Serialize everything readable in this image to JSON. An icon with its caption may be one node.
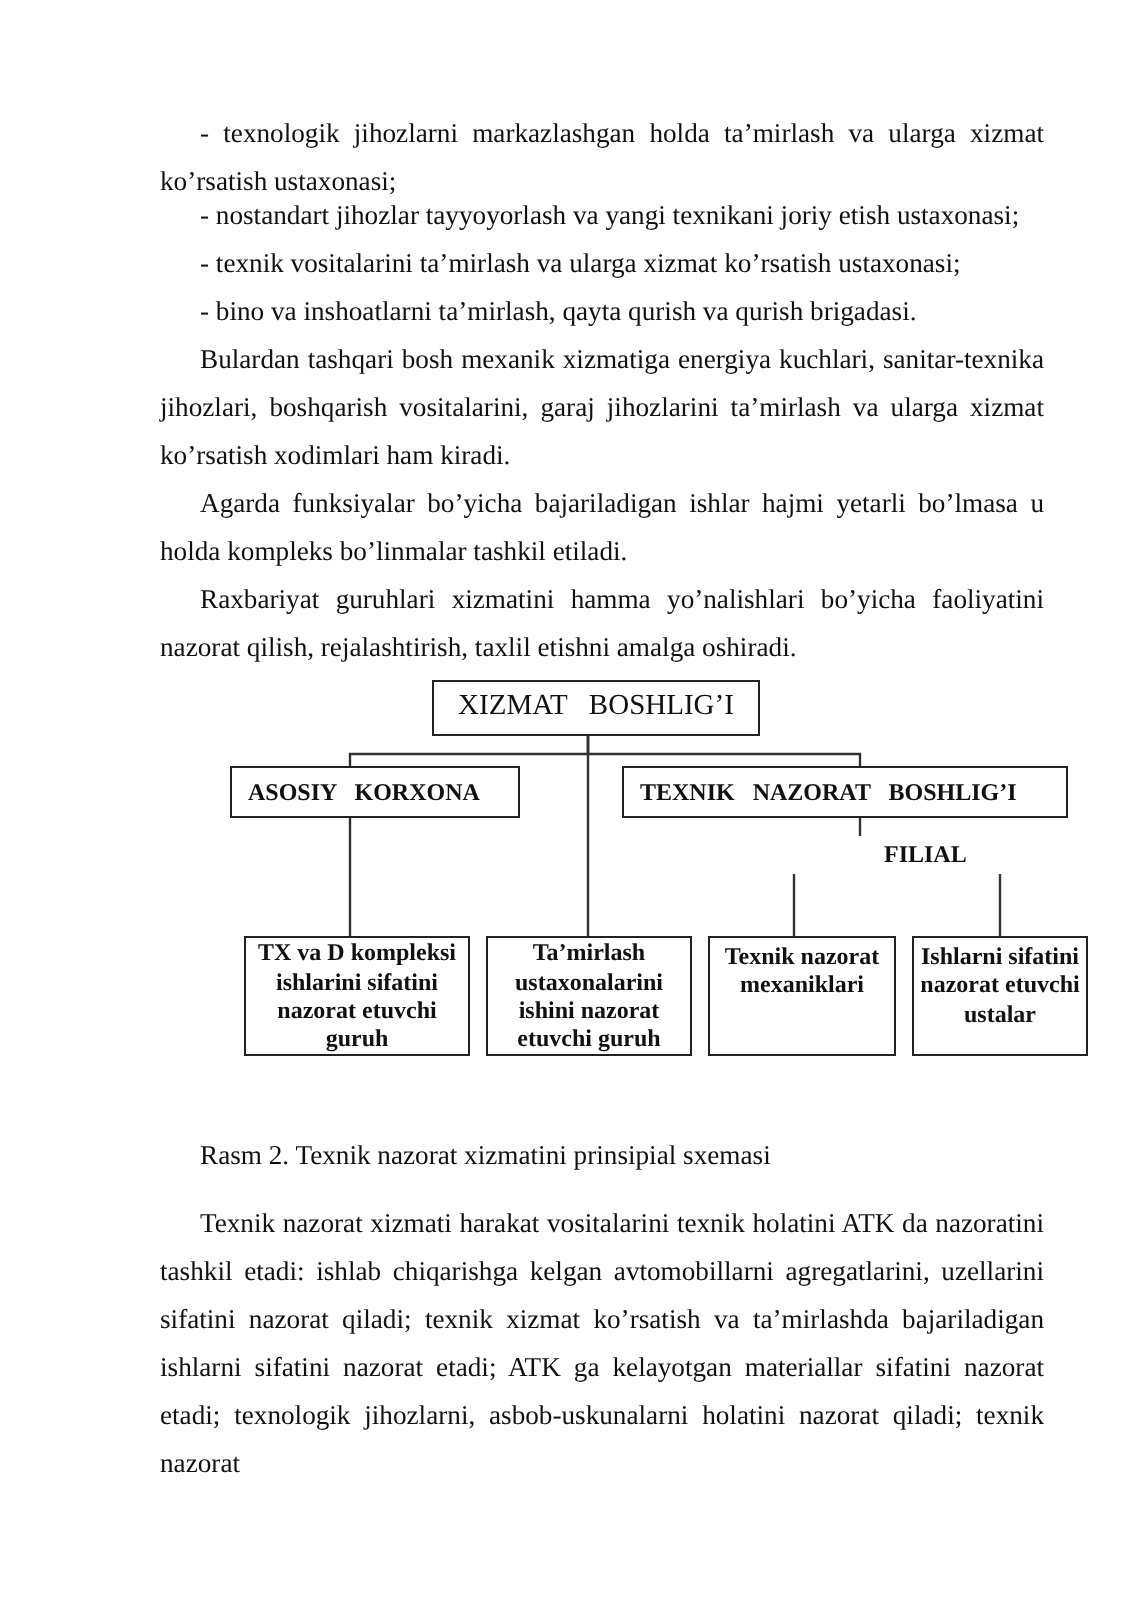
{
  "diagram": {
    "caption": "Rasm 2.  Texnik nazorat xizmatini prinsipial sxemasi",
    "nodes": [
      {
        "text": [
          "XIZMAT   BOSHLIG’I"
        ]
      },
      {
        "text": [
          "ASOSIY   KORXONA"
        ]
      },
      {
        "text": [
          "TEXNIK   NAZORAT   BOSHLIG’I"
        ]
      },
      {
        "text": [
          "FILIAL"
        ]
      },
      {
        "text": [
          "TX va D kompleksi ishlarini sifatini nazorat etuvchi guruh"
        ]
      },
      {
        "text": [
          "Ta’mirlash ustaxonalarini ishini nazorat etuvchi guruh"
        ]
      },
      {
        "text": [
          "Texnik nazorat mexaniklari"
        ]
      },
      {
        "text": [
          "Ishlarni sifatini nazorat etuvchi ustalar"
        ]
      }
    ],
    "edges": [
      {
        "from": 0,
        "to": 1,
        "arrow": "none"
      },
      {
        "from": 0,
        "to": 5,
        "arrow": "none"
      },
      {
        "from": 0,
        "to": 2,
        "arrow": "none"
      },
      {
        "from": 1,
        "to": 4,
        "arrow": "none"
      },
      {
        "from": 2,
        "to": 3,
        "arrow": "none"
      },
      {
        "from": 3,
        "to": 6,
        "arrow": "none"
      },
      {
        "from": 3,
        "to": 7,
        "arrow": "none"
      }
    ],
    "labels": [
      "- texnologik jihozlarni markazlashgan holda ta’mirlash va ularga xizmat ko’rsatish ustaxonasi;",
      "- nostandart jihozlar tayyoyorlash va yangi texnikani joriy etish ustaxonasi;",
      "- texnik vositalarini ta’mirlash va ularga xizmat ko’rsatish ustaxonasi;",
      "- bino va inshoatlarni ta’mirlash, qayta qurish va qurish brigadasi.",
      "Bulardan tashqari bosh mexanik xizmatiga energiya kuchlari, sanitar-texnika jihozlari, boshqarish vositalarini, garaj jihozlarini ta’mirlash va ularga xizmat ko’rsatish xodimlari ham kiradi.",
      "Agarda funksiyalar bo’yicha bajariladigan ishlar hajmi yetarli bo’lmasa u holda kompleks  bo’linmalar tashkil etiladi.",
      "Raxbariyat guruhlari xizmatini hamma yo’nalishlari bo’yicha faoliyatini nazorat qilish, rejalashtirish, taxlil etishni amalga oshiradi.",
      "Texnik nazorat xizmati harakat vositalarini texnik holatini ATK da  nazoratini tashkil etadi: ishlab chiqarishga  kelgan avtomobillarni agregatlarini, uzellarini sifatini nazorat qiladi;  texnik xizmat ko’rsatish va ta’mirlashda bajariladigan ishlarni sifatini nazorat etadi; ATK ga kelayotgan  materiallar sifatini nazorat etadi; texnologik  jihozlarni, asbob-uskunalarni  holatini  nazorat qiladi;  texnik nazorat"
    ]
  }
}
